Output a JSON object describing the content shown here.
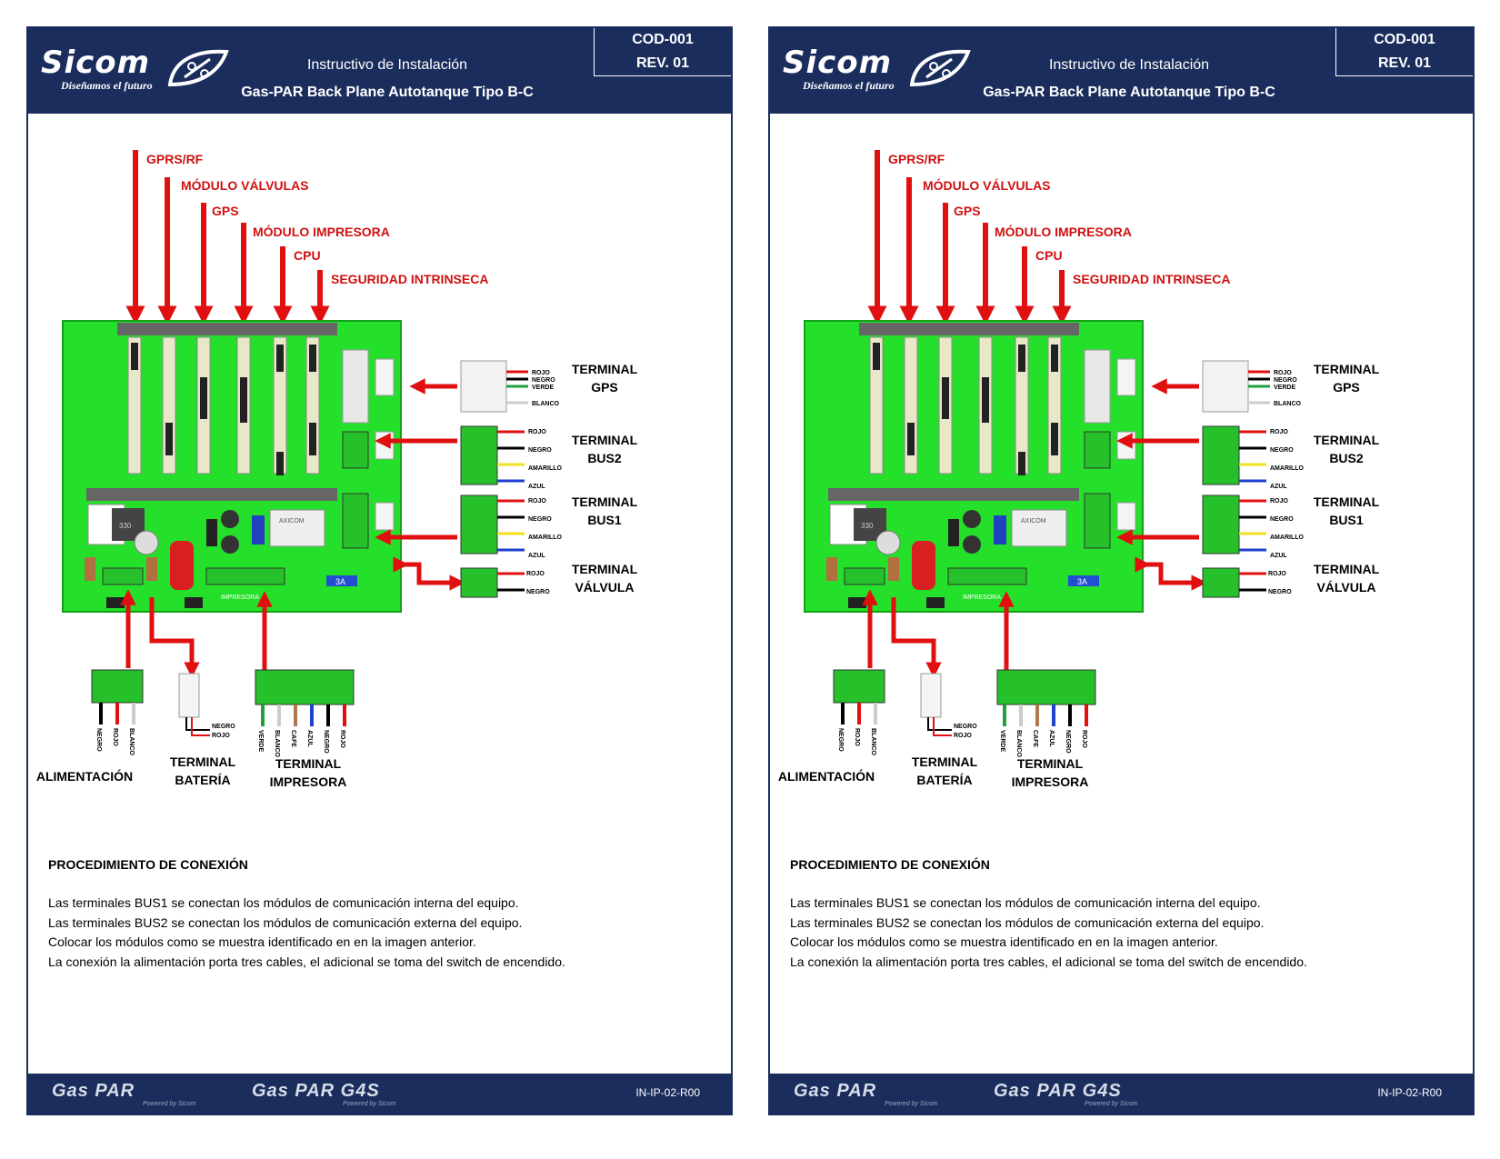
{
  "header": {
    "logo_text": "Sicom",
    "logo_tagline": "Diseñamos el futuro",
    "code": "COD-001",
    "revision": "REV. 01",
    "title": "Instructivo de Instalación",
    "subtitle": "Gas-PAR Back Plane Autotanque Tipo B-C"
  },
  "top_labels": [
    "GPRS/RF",
    "MÓDULO VÁLVULAS",
    "GPS",
    "MÓDULO IMPRESORA",
    "CPU",
    "SEGURIDAD INTRINSECA"
  ],
  "terminals": {
    "gps": {
      "line1": "TERMINAL",
      "line2": "GPS",
      "wires": [
        "ROJO",
        "NEGRO",
        "VERDE",
        "BLANCO"
      ]
    },
    "bus2": {
      "line1": "TERMINAL",
      "line2": "BUS2",
      "wires": [
        "ROJO",
        "NEGRO",
        "AMARILLO",
        "AZUL"
      ]
    },
    "bus1": {
      "line1": "TERMINAL",
      "line2": "BUS1",
      "wires": [
        "ROJO",
        "NEGRO",
        "AMARILLO",
        "AZUL"
      ]
    },
    "valvula": {
      "line1": "TERMINAL",
      "line2": "VÁLVULA",
      "wires": [
        "ROJO",
        "NEGRO"
      ]
    },
    "alimentacion": {
      "label": "ALIMENTACIÓN",
      "wires": [
        "NEGRO",
        "ROJO",
        "BLANCO"
      ]
    },
    "bateria": {
      "line1": "TERMINAL",
      "line2": "BATERÍA",
      "wires": [
        "NEGRO",
        "ROJO"
      ]
    },
    "impresora": {
      "line1": "TERMINAL",
      "line2": "IMPRESORA",
      "wires": [
        "VERDE",
        "BLANCO",
        "CAFE",
        "AZUL",
        "NEGRO",
        "ROJO"
      ]
    }
  },
  "board_text": {
    "connector_label": "IMPRESORA",
    "fuse_label": "3A",
    "relay_label": "AXICOM",
    "inductor_label": "330"
  },
  "procedure": {
    "title": "PROCEDIMIENTO DE CONEXIÓN",
    "lines": [
      "Las terminales BUS1 se conectan los módulos de comunicación interna del equipo.",
      "Las terminales BUS2 se conectan los módulos de comunicación externa del equipo.",
      "Colocar los módulos como se muestra identificado en en la imagen anterior.",
      "La conexión la alimentación porta tres cables, el adicional se toma del switch de encendido."
    ]
  },
  "footer": {
    "brand1": "Gas PAR",
    "brand2": "Gas PAR G4S",
    "powered": "Powered by Sicom",
    "doc_code": "IN-IP-02-R00"
  },
  "colors": {
    "navy": "#1a2d5c",
    "board_green": "#25e02a",
    "arrow_red": "#e01010"
  }
}
